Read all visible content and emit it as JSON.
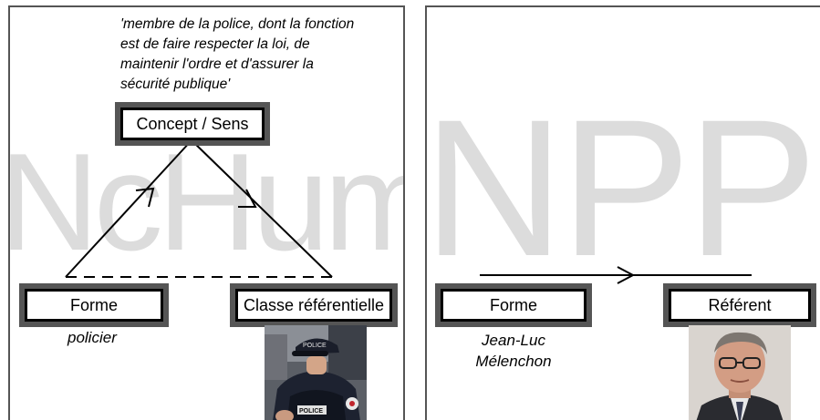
{
  "left_panel": {
    "watermark": "NcHum",
    "definition": "'membre de la police, dont la fonction est de faire respecter la loi, de maintenir l'ordre et d'assurer la sécurité publique'",
    "concept_box": "Concept / Sens",
    "forme_box": "Forme",
    "classe_box": "Classe référentielle",
    "word": "policier",
    "photo_badge": "POLICE",
    "photo_badge_2": "POLICE"
  },
  "right_panel": {
    "watermark": "NPP",
    "forme_box": "Forme",
    "referent_box": "Référent",
    "name": "Jean-Luc Mélenchon"
  },
  "colors": {
    "frame": "#555555",
    "box_shadow": "#555555",
    "watermark": "#dcdcdc",
    "text": "#000000"
  },
  "icons": {
    "police_photo": "police-officer-photo",
    "referent_photo": "politician-portrait-photo"
  }
}
